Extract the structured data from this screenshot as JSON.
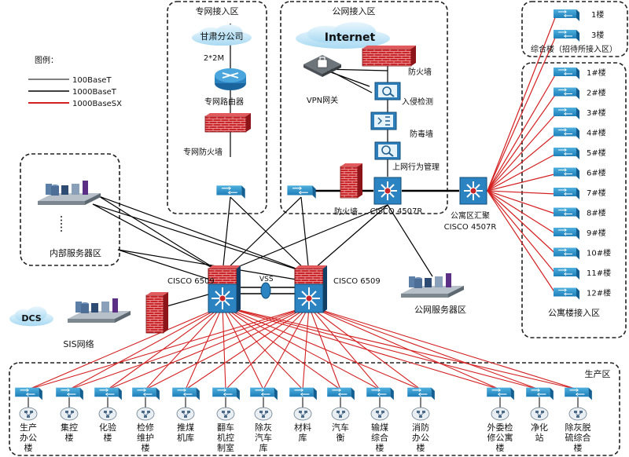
{
  "zones": {
    "private": "专网接入区",
    "public": "公网接入区",
    "complex": "综合楼（招待所接入区）",
    "apartment": "公寓楼接入区",
    "internal": "内部服务器区",
    "production": "生产区"
  },
  "legend": {
    "title": "图例：",
    "items": [
      {
        "label": "100BaseT",
        "color": "#000000"
      },
      {
        "label": "1000BaseT",
        "color": "#000000"
      },
      {
        "label": "1000BaseSX",
        "color": "#d42020"
      }
    ]
  },
  "private_zone": {
    "cloud": "甘肃分公司",
    "link": "2*2M",
    "router": "专网路由器",
    "firewall": "专网防火墙"
  },
  "public_zone": {
    "cloud": "Internet",
    "vpn": "VPN网关",
    "firewall": "防火墙",
    "ids": "入侵检测",
    "antivirus": "防毒墙",
    "behavior": "上网行为管理",
    "edge_firewall": "防火墙",
    "core_switch": "CISCO 4507R"
  },
  "apartment_core": {
    "line1": "公寓区汇聚",
    "line2": "CISCO 4507R"
  },
  "complex_floors": [
    "1楼",
    "3楼"
  ],
  "apartment_floors": [
    "1#楼",
    "2#楼",
    "3#楼",
    "4#楼",
    "5#楼",
    "6#楼",
    "7#楼",
    "8#楼",
    "9#楼",
    "10#楼",
    "11#楼",
    "12#楼"
  ],
  "core": {
    "left": "CISCO 6509",
    "right": "CISCO 6509",
    "link": "VSS"
  },
  "public_servers": "公网服务器区",
  "sis": {
    "dcs": "DCS",
    "label": "SIS网络"
  },
  "production_sites": [
    {
      "lines": [
        "生产",
        "办公",
        "楼"
      ]
    },
    {
      "lines": [
        "集控",
        "楼"
      ]
    },
    {
      "lines": [
        "化验",
        "楼"
      ]
    },
    {
      "lines": [
        "检修",
        "维护",
        "楼"
      ]
    },
    {
      "lines": [
        "推煤",
        "机库"
      ]
    },
    {
      "lines": [
        "翻车",
        "机控",
        "制室"
      ]
    },
    {
      "lines": [
        "除灰",
        "汽车",
        "库"
      ]
    },
    {
      "lines": [
        "材料",
        "库"
      ]
    },
    {
      "lines": [
        "汽车",
        "衡"
      ]
    },
    {
      "lines": [
        "输煤",
        "综合",
        "楼"
      ]
    },
    {
      "lines": [
        "消防",
        "办公",
        "楼"
      ]
    },
    {
      "lines": [
        "外委检",
        "修公寓",
        "楼"
      ]
    },
    {
      "lines": [
        "净化",
        "站"
      ]
    },
    {
      "lines": [
        "除灰脱",
        "硫综合",
        "楼"
      ]
    }
  ]
}
